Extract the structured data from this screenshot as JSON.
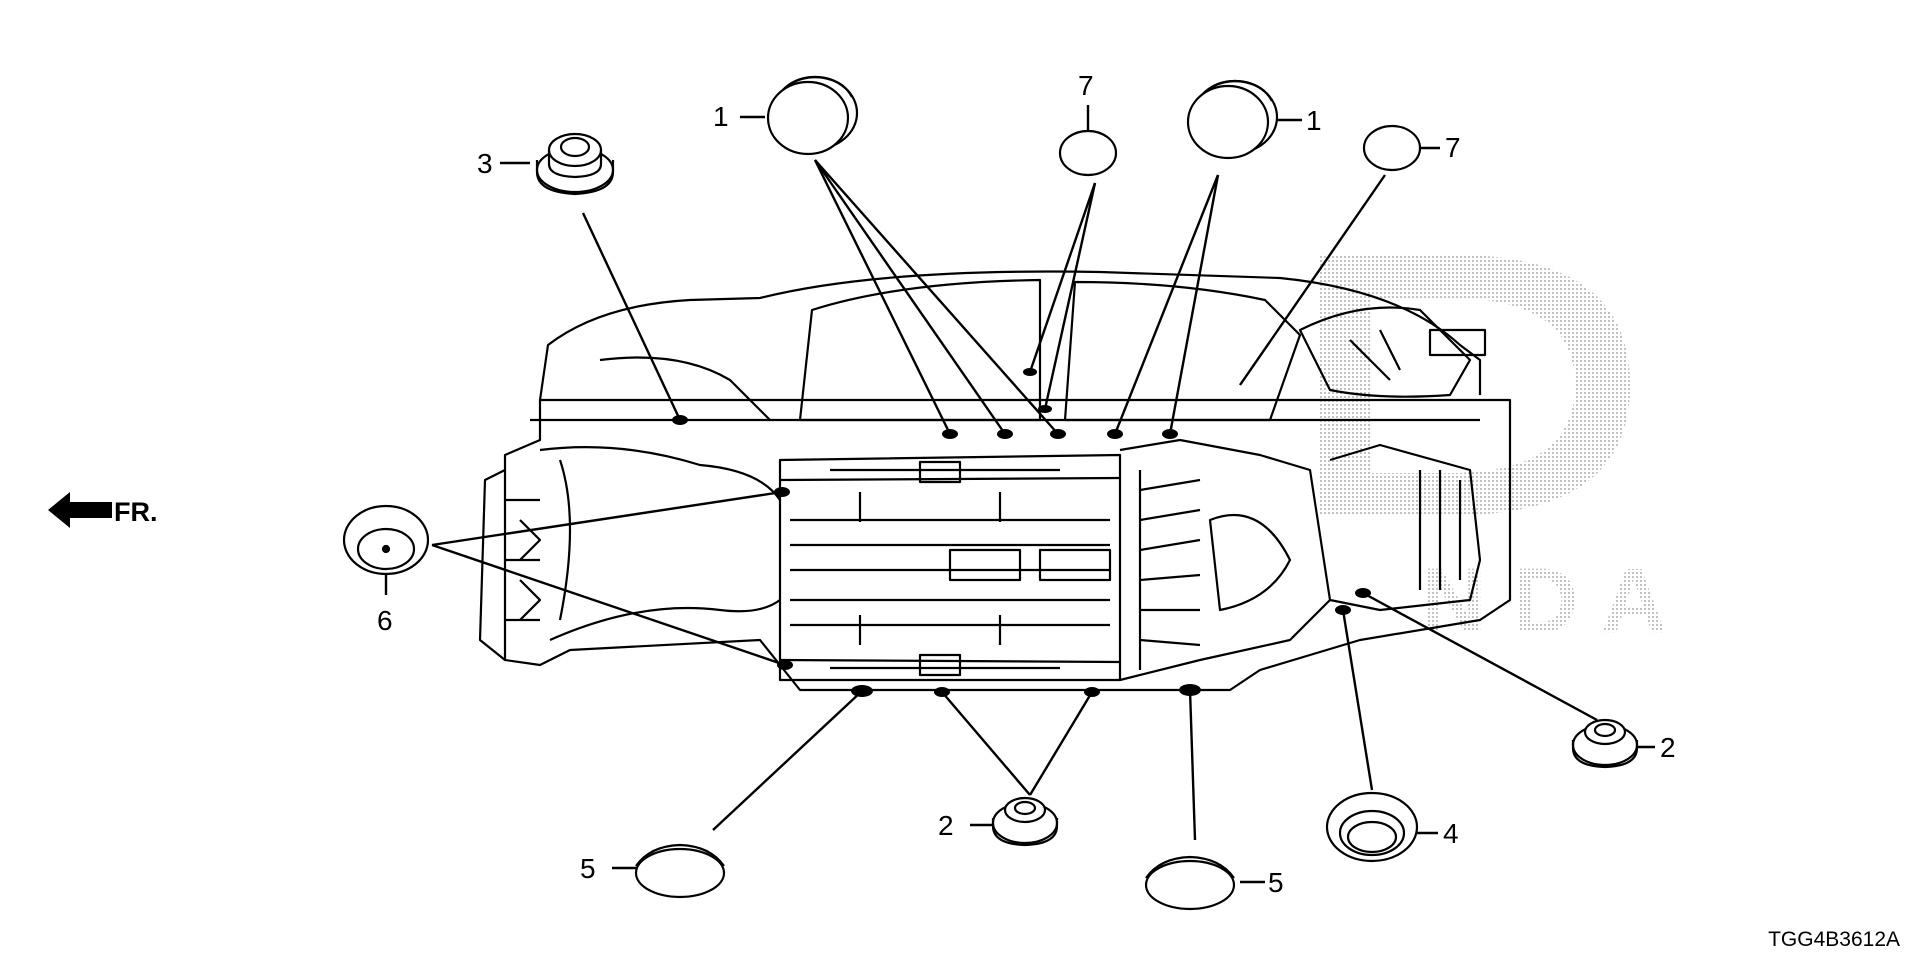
{
  "diagram": {
    "code": "TGG4B3612A",
    "front_label": "FR.",
    "watermark": "HONDA",
    "callouts": [
      "1",
      "1",
      "2",
      "2",
      "3",
      "4",
      "5",
      "5",
      "6",
      "7",
      "7"
    ],
    "part_icons": [
      "grommet-plug-icon",
      "grommet-stepped-icon",
      "grommet-ring-icon",
      "grommet-oval-icon",
      "sealing-patch-icon",
      "arrow-left-icon"
    ]
  }
}
